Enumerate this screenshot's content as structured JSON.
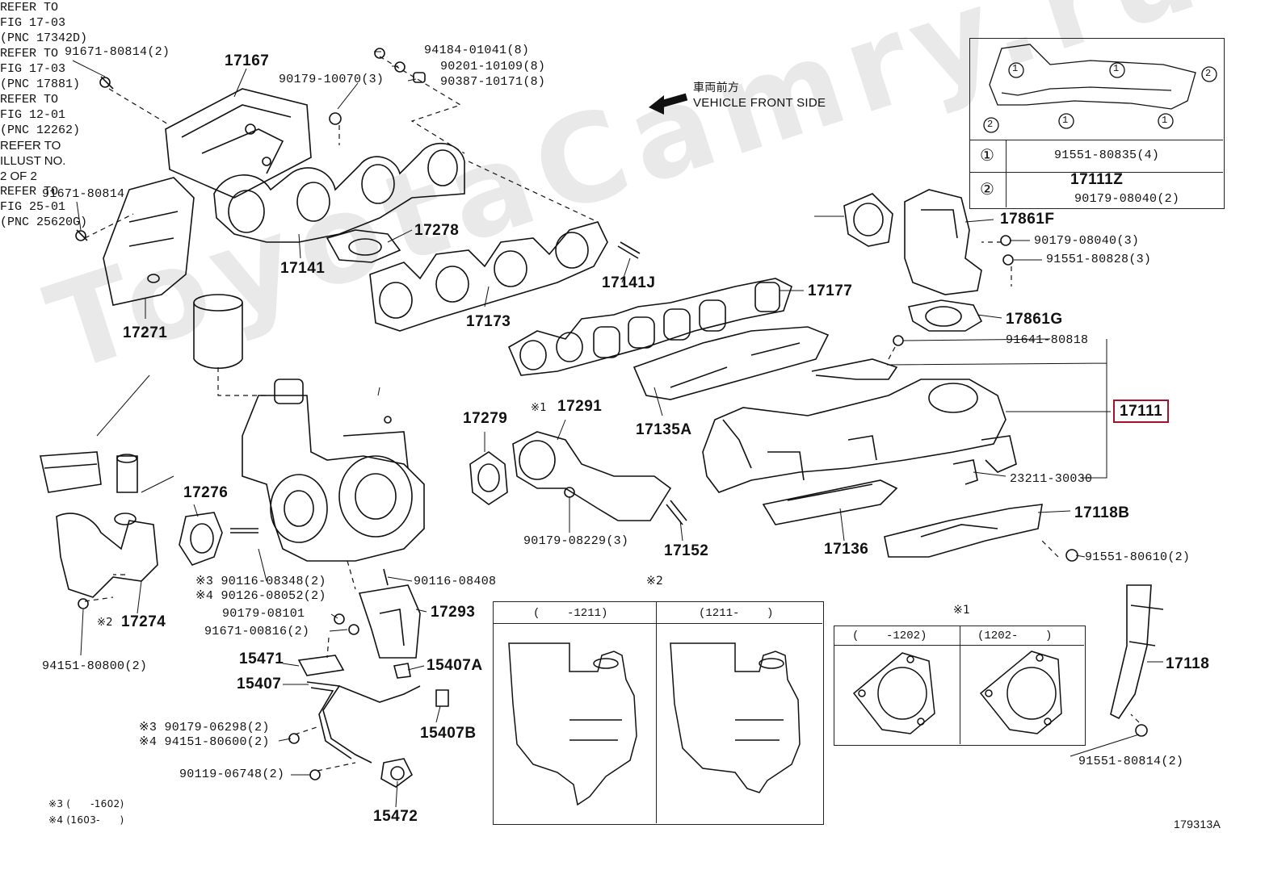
{
  "watermark": "ToyotaCamry.ru",
  "direction": {
    "jp": "車両前方",
    "en": "VEHICLE FRONT SIDE"
  },
  "highlight_color": "#a5122a",
  "parts": {
    "p91671_80814_2": "91671-80814(2)",
    "p17167": "17167",
    "p90179_10070_3": "90179-10070(3)",
    "p94184_01041_8": "94184-01041(8)",
    "p90201_10109_8": "90201-10109(8)",
    "p90387_10171_8": "90387-10171(8)",
    "p91671_80814": "91671-80814",
    "p17278": "17278",
    "p17141": "17141",
    "p17141J": "17141J",
    "p17173": "17173",
    "p17271": "17271",
    "p17177": "17177",
    "p17861F": "17861F",
    "p90179_08040_3": "90179-08040(3)",
    "p91551_80828_3": "91551-80828(3)",
    "p17861G": "17861G",
    "p91641_80818": "91641-80818",
    "p17111": "17111",
    "p23211_30030": "23211-30030",
    "p17135A": "17135A",
    "p17279": "17279",
    "p17291": "17291",
    "mark1": "※1",
    "p17276": "17276",
    "p90179_08229_3": "90179-08229(3)",
    "p17152": "17152",
    "p17136": "17136",
    "p17118B": "17118B",
    "p91551_80610_2": "91551-80610(2)",
    "p17274": "17274",
    "mark2": "※2",
    "p94151_80800_2": "94151-80800(2)",
    "p90116_08348_2": "※3 90116-08348(2)",
    "p90126_08052_2": "※4 90126-08052(2)",
    "p90179_08101": "90179-08101",
    "p91671_00816_2": "91671-00816(2)",
    "p90116_08408": "90116-08408",
    "p17293": "17293",
    "p15471": "15471",
    "p15407": "15407",
    "p15407A": "15407A",
    "p15407B": "15407B",
    "p90179_06298_2": "※3 90179-06298(2)",
    "p94151_80600_2": "※4 94151-80600(2)",
    "p90119_06748_2": "90119-06748(2)",
    "p15472": "15472",
    "p17118": "17118",
    "p91551_80814_2": "91551-80814(2)"
  },
  "refs": {
    "fig17_03a": "REFER TO\nFIG 17-03\n(PNC 17342D)",
    "fig17_03b": "REFER TO\nFIG 17-03\n(PNC 17881)",
    "fig12_01": "REFER TO\nFIG 12-01\n(PNC 12262)",
    "illust": "REFER TO\nILLUST NO.\n2 OF 2",
    "fig25_01": "REFER TO\nFIG 25-01\n(PNC 25620G)"
  },
  "inset_table": {
    "row1_key": "①",
    "row1_part": "91551-80835(4)",
    "row2_key": "②",
    "row2_part_a": "17111Z",
    "row2_part_b": "90179-08040(2)",
    "callout1": "1",
    "callout2": "2"
  },
  "variant2": {
    "mark": "※2",
    "col1": "(    -1211)",
    "col2": "(1211-    )"
  },
  "variant1": {
    "mark": "※1",
    "col1": "(    -1202)",
    "col2": "(1202-    )"
  },
  "footnotes": {
    "n3": "※3 (      -1602)",
    "n4": "※4 (1603-      )"
  },
  "figure_id": "179313A"
}
